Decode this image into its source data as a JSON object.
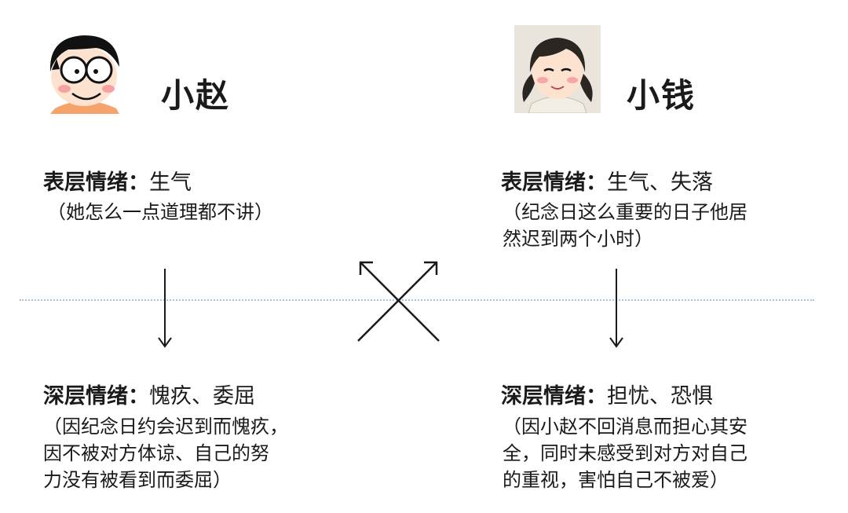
{
  "left": {
    "name": "小赵",
    "surface": {
      "label": "表层情绪：",
      "value": "生气",
      "note": [
        "（她怎么一点道理都不讲）"
      ]
    },
    "deep": {
      "label": "深层情绪：",
      "value": "愧疚、委屈",
      "note": [
        "（因纪念日约会迟到而愧疚，",
        "因不被对方体谅、自己的努",
        "力没有被看到而委屈）"
      ]
    }
  },
  "right": {
    "name": "小钱",
    "surface": {
      "label": "表层情绪：",
      "value": "生气、失落",
      "note": [
        "（纪念日这么重要的日子他居",
        "然迟到两个小时）"
      ]
    },
    "deep": {
      "label": "深层情绪：",
      "value": "担忧、恐惧",
      "note": [
        "（因小赵不回消息而担心其安",
        "全，同时未感受到对方对自己",
        "的重视，害怕自己不被爱）"
      ]
    }
  },
  "colors": {
    "divider": "#a9c3d6",
    "text": "#1a1a1a"
  }
}
